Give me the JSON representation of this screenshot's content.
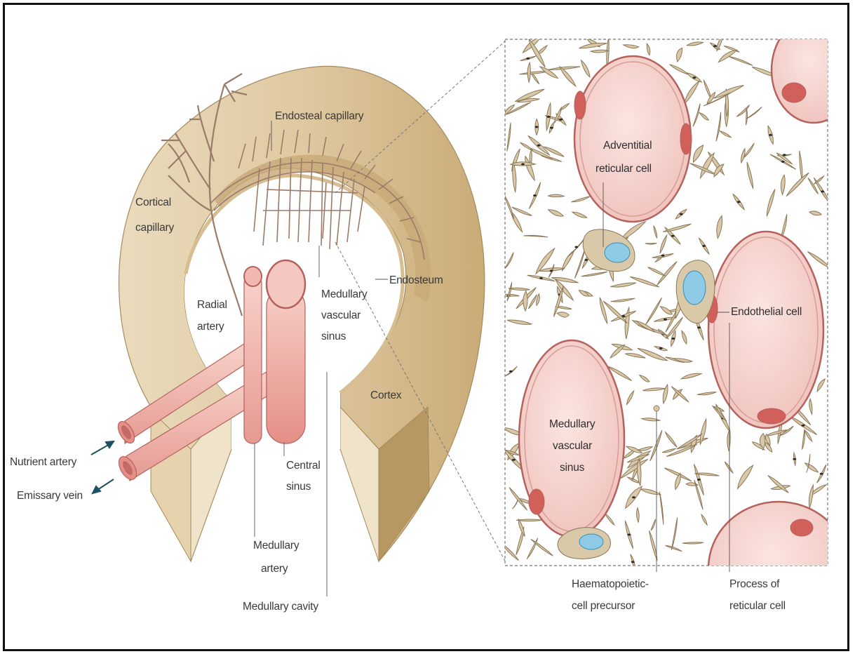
{
  "labels": {
    "endosteal_capillary": "Endosteal capillary",
    "cortical_capillary_1": "Cortical",
    "cortical_capillary_2": "capillary",
    "endosteum": "Endosteum",
    "radial_artery_1": "Radial",
    "radial_artery_2": "artery",
    "medullary_sinus_left_1": "Medullary",
    "medullary_sinus_left_2": "vascular",
    "medullary_sinus_left_3": "sinus",
    "cortex": "Cortex",
    "nutrient_artery": "Nutrient artery",
    "emissary_vein": "Emissary vein",
    "central_sinus_1": "Central",
    "central_sinus_2": "sinus",
    "medullary_artery_1": "Medullary",
    "medullary_artery_2": "artery",
    "medullary_cavity": "Medullary cavity",
    "adventitial_1": "Adventitial",
    "adventitial_2": "reticular cell",
    "endothelial_cell": "Endothelial cell",
    "medullary_sinus_right_1": "Medullary",
    "medullary_sinus_right_2": "vascular",
    "medullary_sinus_right_3": "sinus",
    "haematopoietic_1": "Haematopoietic-",
    "haematopoietic_2": "cell precursor",
    "process_1": "Process of",
    "process_2": "reticular cell"
  },
  "colors": {
    "cortex_light": "#e9d9b8",
    "cortex_mid": "#d9c197",
    "cortex_dark": "#b89a66",
    "vessel_pink": "#f1b4ab",
    "vessel_dark": "#c46a66",
    "sinus_fill": "#f5d3cf",
    "sinus_edge": "#b5625d",
    "stroma": "#d9c9a8",
    "stroma_edge": "#8b7757",
    "nucleus_blue": "#8fcbe6",
    "capillary": "#9b7b6a"
  }
}
